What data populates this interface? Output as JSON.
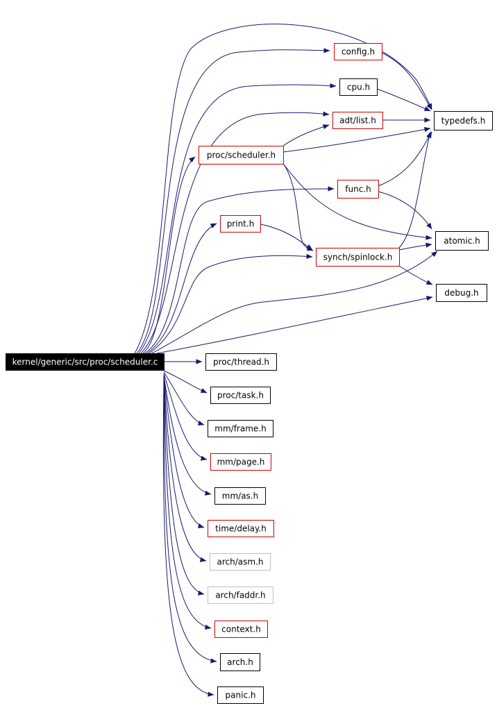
{
  "colors": {
    "edge": "#191970",
    "border_normal": "#000000",
    "border_expandable": "#cc0000",
    "border_missing": "#bfbfbf",
    "root_fill": "#000000",
    "root_text": "#ffffff",
    "node_fill": "#ffffff",
    "node_text": "#000000"
  },
  "root": {
    "label": "kernel/generic/src/proc/scheduler.c"
  },
  "nodes": [
    {
      "id": "config",
      "label": "config.h",
      "kind": "expandable"
    },
    {
      "id": "cpu",
      "label": "cpu.h",
      "kind": "normal"
    },
    {
      "id": "adtlist",
      "label": "adt/list.h",
      "kind": "expandable"
    },
    {
      "id": "typedefs",
      "label": "typedefs.h",
      "kind": "normal"
    },
    {
      "id": "procsched",
      "label": "proc/scheduler.h",
      "kind": "expandable"
    },
    {
      "id": "func",
      "label": "func.h",
      "kind": "expandable"
    },
    {
      "id": "print",
      "label": "print.h",
      "kind": "expandable"
    },
    {
      "id": "atomic",
      "label": "atomic.h",
      "kind": "normal"
    },
    {
      "id": "spinlock",
      "label": "synch/spinlock.h",
      "kind": "expandable"
    },
    {
      "id": "debug",
      "label": "debug.h",
      "kind": "normal"
    },
    {
      "id": "thread",
      "label": "proc/thread.h",
      "kind": "normal"
    },
    {
      "id": "task",
      "label": "proc/task.h",
      "kind": "normal"
    },
    {
      "id": "frame",
      "label": "mm/frame.h",
      "kind": "normal"
    },
    {
      "id": "page",
      "label": "mm/page.h",
      "kind": "expandable"
    },
    {
      "id": "as",
      "label": "mm/as.h",
      "kind": "normal"
    },
    {
      "id": "delay",
      "label": "time/delay.h",
      "kind": "expandable"
    },
    {
      "id": "archasm",
      "label": "arch/asm.h",
      "kind": "missing"
    },
    {
      "id": "faddr",
      "label": "arch/faddr.h",
      "kind": "missing"
    },
    {
      "id": "context",
      "label": "context.h",
      "kind": "expandable"
    },
    {
      "id": "arch",
      "label": "arch.h",
      "kind": "normal"
    },
    {
      "id": "panic",
      "label": "panic.h",
      "kind": "normal"
    }
  ],
  "edges": [
    [
      "root",
      "config"
    ],
    [
      "root",
      "cpu"
    ],
    [
      "root",
      "adtlist"
    ],
    [
      "root",
      "typedefs"
    ],
    [
      "root",
      "procsched"
    ],
    [
      "root",
      "func"
    ],
    [
      "root",
      "print"
    ],
    [
      "root",
      "spinlock"
    ],
    [
      "root",
      "atomic"
    ],
    [
      "root",
      "debug"
    ],
    [
      "root",
      "thread"
    ],
    [
      "root",
      "task"
    ],
    [
      "root",
      "frame"
    ],
    [
      "root",
      "page"
    ],
    [
      "root",
      "as"
    ],
    [
      "root",
      "delay"
    ],
    [
      "root",
      "archasm"
    ],
    [
      "root",
      "faddr"
    ],
    [
      "root",
      "context"
    ],
    [
      "root",
      "arch"
    ],
    [
      "root",
      "panic"
    ],
    [
      "config",
      "typedefs"
    ],
    [
      "cpu",
      "typedefs"
    ],
    [
      "adtlist",
      "typedefs"
    ],
    [
      "procsched",
      "adtlist"
    ],
    [
      "procsched",
      "typedefs"
    ],
    [
      "procsched",
      "spinlock"
    ],
    [
      "procsched",
      "atomic"
    ],
    [
      "func",
      "typedefs"
    ],
    [
      "func",
      "atomic"
    ],
    [
      "print",
      "spinlock"
    ],
    [
      "spinlock",
      "typedefs"
    ],
    [
      "spinlock",
      "atomic"
    ],
    [
      "spinlock",
      "debug"
    ]
  ]
}
